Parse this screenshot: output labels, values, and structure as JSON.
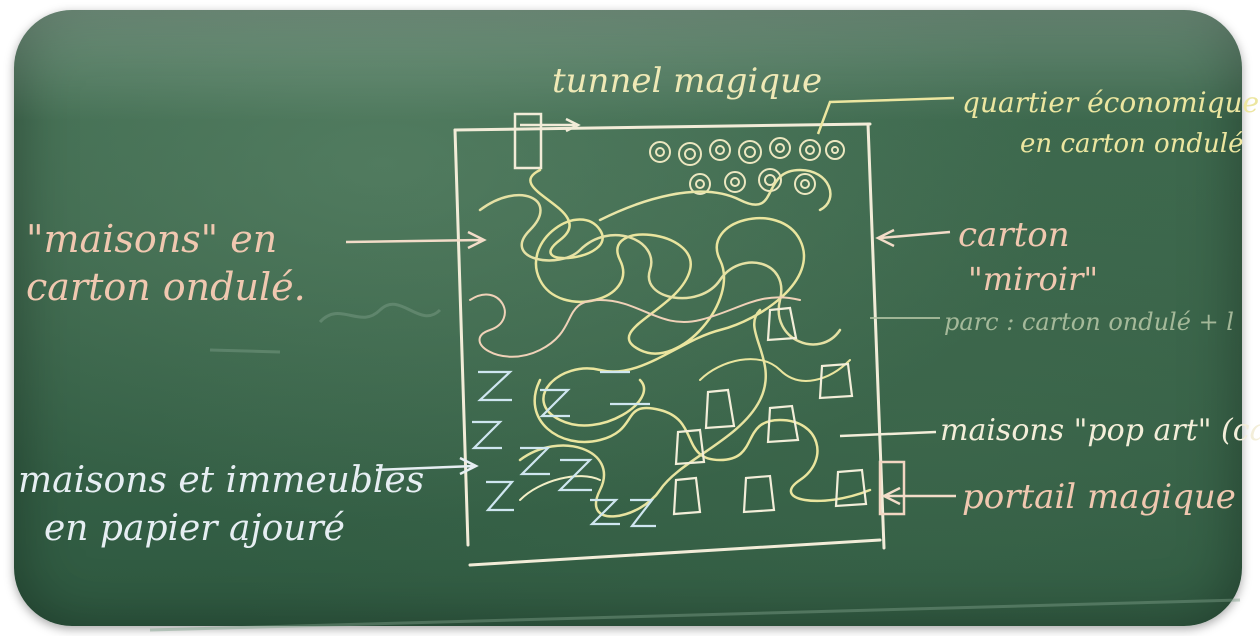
{
  "board": {
    "title": "tunnel magique",
    "labels": {
      "maisons_line1": "\"maisons\" en",
      "maisons_line2": "carton ondulé.",
      "immeubles_line1": "maisons et immeubles",
      "immeubles_line2": "en papier ajouré",
      "quartier_line1": "quartier économique",
      "quartier_line2": "en carton ondulé",
      "carton": "carton",
      "miroir": "\"miroir\"",
      "parc": "parc : carton ondulé + l",
      "pop_art": "maisons \"pop art\" (ca",
      "portail": "portail magique"
    }
  },
  "colors": {
    "board": "#3a654a",
    "chalk_white": "#e8ecd6",
    "chalk_yellow": "#e9e6a2",
    "chalk_pink": "#f0c8b0",
    "chalk_blue": "#c9e2ee"
  }
}
